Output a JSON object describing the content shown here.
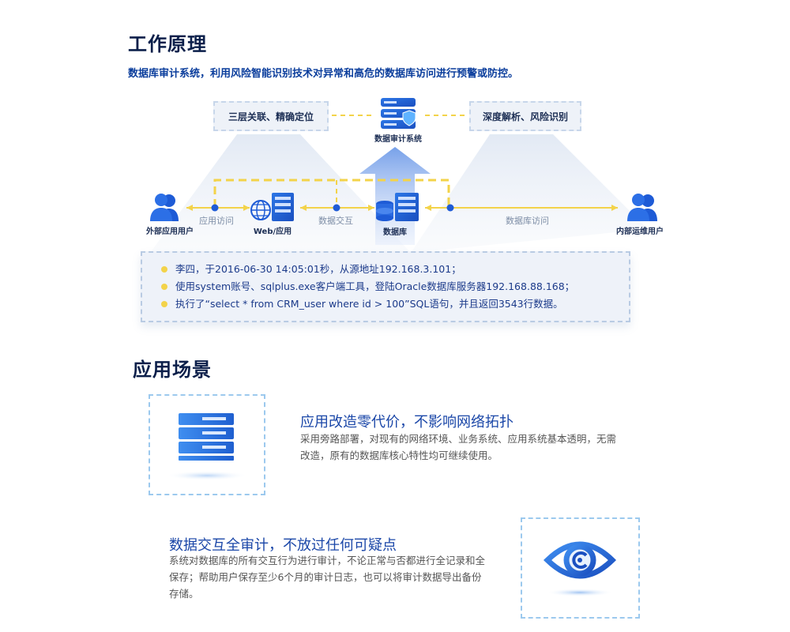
{
  "section1": {
    "title": "工作原理",
    "subtitle": "数据库审计系统，利用风险智能识别技术对异常和高危的数据库访问进行预警或防控。"
  },
  "diagram": {
    "left_tag": "三层关联、精确定位",
    "right_tag": "深度解析、风险识别",
    "audit_label": "数据审计系统",
    "ext_user_label": "外部应用用户",
    "web_label": "Web/应用",
    "db_label": "数据库",
    "int_user_label": "内部运维用户",
    "flow_app_access": "应用访问",
    "flow_data_exchange": "数据交互",
    "flow_db_access": "数据库访问",
    "colors": {
      "dashed_line": "#f3d34a",
      "accent": "#1e5bd6",
      "arrow": "#5b8fe6"
    }
  },
  "log": {
    "lines": [
      "李四，于2016-06-30 14:05:01秒，从源地址192.168.3.101；",
      "使用system账号、sqlplus.exe客户端工具，登陆Oracle数据库服务器192.168.88.168；",
      "执行了“select * from CRM_user where id > 100”SQL语句，并且返回3543行数据。"
    ]
  },
  "section2": {
    "title": "应用场景",
    "scenario1": {
      "title": "应用改造零代价，不影响网络拓扑",
      "desc": "采用旁路部署，对现有的网络环境、业务系统、应用系统基本透明，无需改造，原有的数据库核心特性均可继续使用。",
      "icon": "server-icon"
    },
    "scenario2": {
      "title": "数据交互全审计，不放过任何可疑点",
      "desc": "系统对数据库的所有交互行为进行审计，不论正常与否都进行全记录和全保存；帮助用户保存至少6个月的审计日志，也可以将审计数据导出备份存储。",
      "icon": "eye-icon"
    }
  }
}
